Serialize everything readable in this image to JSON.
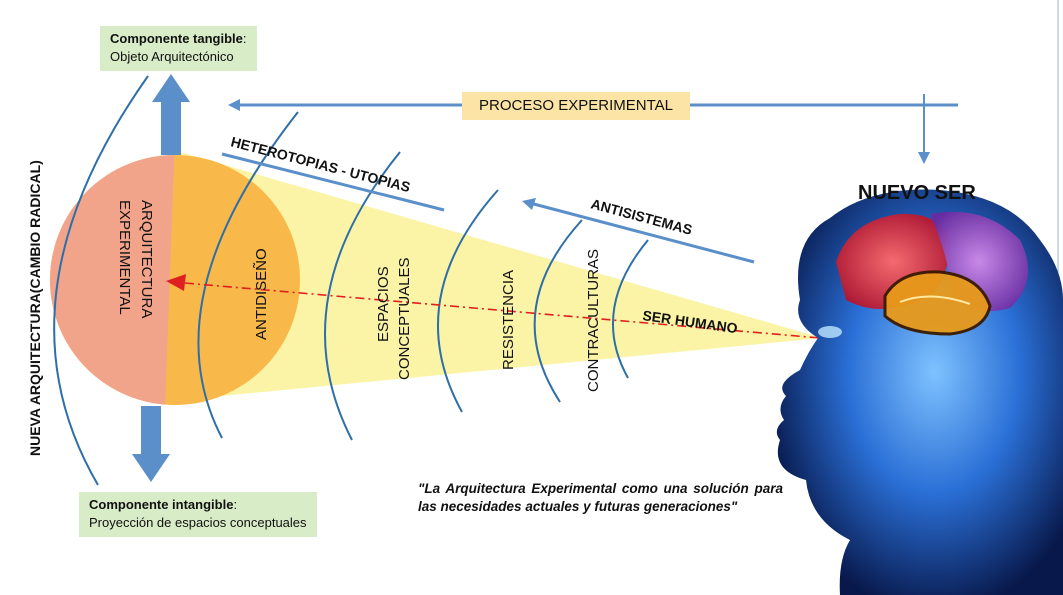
{
  "tangible": {
    "title": "Componente tangible",
    "sep": ":",
    "desc": "Objeto Arquitectónico"
  },
  "intangible": {
    "title": "Componente intangible",
    "sep": ":",
    "desc": "Proyección de espacios conceptuales"
  },
  "process_label": "PROCESO EXPERIMENTAL",
  "left_axis_label": "NUEVA ARQUITECTURA(CAMBIO RADICAL)",
  "nuevo_ser": "NUEVO SER",
  "heterotopias": "HETEROTOPIAS - UTOPIAS",
  "antisistemas": "ANTISISTEMAS",
  "circle_label": [
    "ARQUITECTURA",
    "EXPERIMENTAL"
  ],
  "antidiseno": "ANTIDISEÑO",
  "espacios": [
    "ESPACIOS",
    "CONCEPTUALES"
  ],
  "resistencia": "RESISTENCIA",
  "contraculturas": "CONTRACULTURAS",
  "ser_humano": "SER HUMANO",
  "quote": "\"La Arquitectura Experimental como una solución para las necesidades actuales y futuras generaciones\"",
  "colors": {
    "beam": "#fbf4a6",
    "circle_left": "#f2a48a",
    "circle_right": "#f9b94a",
    "arrow_blue": "#5b8fc9",
    "arc_blue": "#2f6fa8",
    "dash_red": "#e02020",
    "box_green": "#d9ecc8",
    "box_yellow": "#fce4a6"
  },
  "icons": [
    "up-arrow-icon",
    "down-arrow-icon",
    "left-arrow-icon",
    "brain-head-icon"
  ]
}
